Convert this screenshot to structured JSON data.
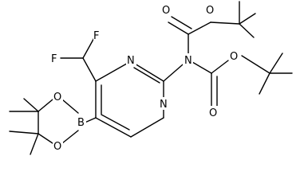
{
  "diagram": {
    "labels": {
      "f_top": "F",
      "f_left": "F",
      "n_ring_top": "N",
      "n_ring_bottom": "N",
      "n_amine": "N",
      "o_carbonyl_top": "O",
      "o_ester_top": "O",
      "o_ester_right": "O",
      "o_carbonyl_bottom": "O",
      "boron": "B",
      "o_boronate_top": "O",
      "o_boronate_bottom": "O"
    }
  }
}
